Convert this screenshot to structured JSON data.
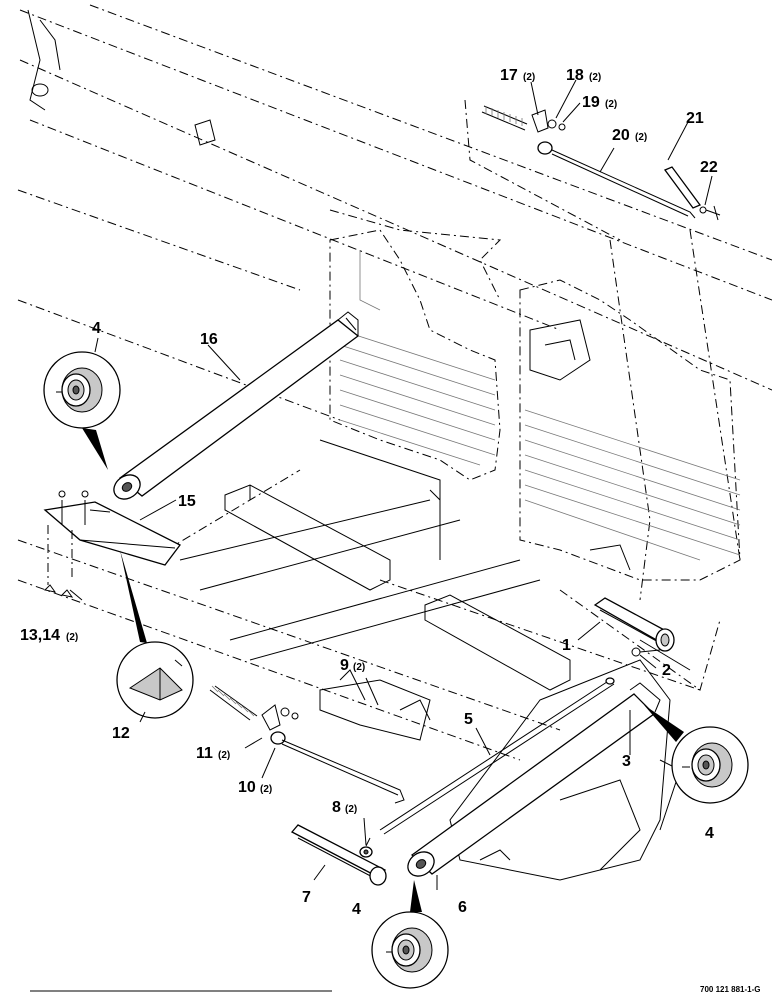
{
  "callouts": {
    "c1": "1",
    "c2": "2",
    "c3": "3",
    "c4a": "4",
    "c4b": "4",
    "c4c": "4",
    "c5": "5",
    "c6": "6",
    "c7": "7",
    "c8": "8",
    "c8q": "(2)",
    "c9": "9",
    "c9q": "(2)",
    "c10": "10",
    "c10q": "(2)",
    "c11": "11",
    "c11q": "(2)",
    "c12": "12",
    "c13": "13,14",
    "c13q": "(2)",
    "c15": "15",
    "c16": "16",
    "c17": "17",
    "c17q": "(2)",
    "c18": "18",
    "c18q": "(2)",
    "c19": "19",
    "c19q": "(2)",
    "c20": "20",
    "c20q": "(2)",
    "c21": "21",
    "c22": "22"
  },
  "document_number": "700 121 881-1-G"
}
